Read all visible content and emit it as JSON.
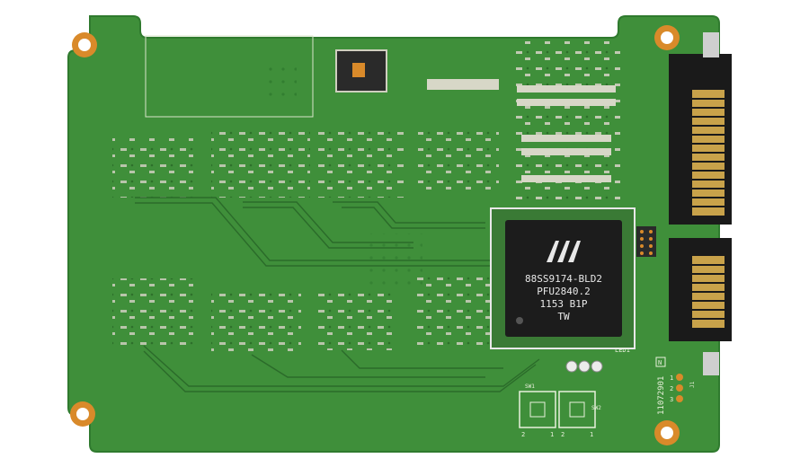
{
  "board": {
    "colors": {
      "pcb": "#3f8f3a",
      "pcb_dark": "#2f7a2e",
      "trace": "#2b6b2a",
      "pad": "#b8b8a8",
      "gold": "#c8a24a",
      "copper_ring": "#d98a2a",
      "chip": "#1c1c1c",
      "connector": "#1a1a1a"
    },
    "controller": {
      "logo": "marvell-logo",
      "lines": [
        "88SS9174-BLD2",
        "PFU2840.2",
        "1153 B1P",
        "TW"
      ]
    },
    "serial": "11072901",
    "serial_mark": "N",
    "jumper_label": "J1",
    "jumper_pins": [
      "1",
      "2",
      "3"
    ],
    "switches": [
      {
        "label": "SW1",
        "pins": [
          "2",
          "1"
        ]
      },
      {
        "label": "SW2",
        "pins": [
          "2",
          "1"
        ]
      }
    ],
    "led_label": "LED1",
    "icons": {
      "mount_hole": "mount-hole-icon",
      "sata_connector": "sata-connector-icon"
    }
  }
}
